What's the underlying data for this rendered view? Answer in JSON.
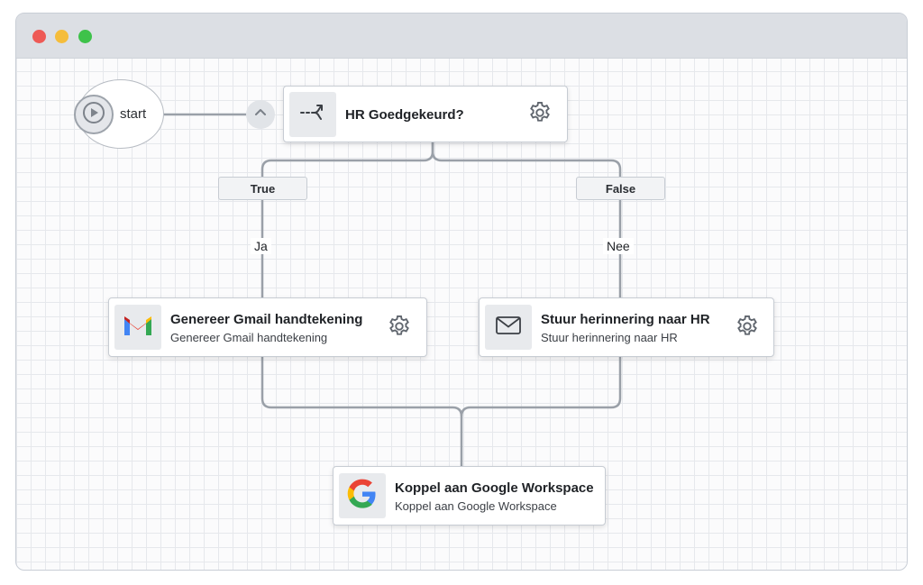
{
  "window": {
    "controls": [
      "close",
      "minimize",
      "maximize"
    ]
  },
  "start": {
    "label": "start",
    "icon": "play-icon",
    "collapse_icon": "chevron-up-icon"
  },
  "decision": {
    "title": "HR Goedgekeurd?",
    "icon": "branch-icon"
  },
  "branches": {
    "true_label": "True",
    "false_label": "False",
    "true_edge": "Ja",
    "false_edge": "Nee"
  },
  "nodes": {
    "gmail": {
      "title": "Genereer Gmail handtekening",
      "subtitle": "Genereer Gmail handtekening",
      "icon": "gmail-icon"
    },
    "reminder": {
      "title": "Stuur herinnering naar HR",
      "subtitle": "Stuur herinnering naar HR",
      "icon": "mail-icon"
    },
    "google": {
      "title": "Koppel aan Google Workspace",
      "subtitle": "Koppel aan Google Workspace",
      "icon": "google-icon"
    }
  },
  "colors": {
    "connector": "#9aa0a8",
    "gmail_red": "#ea4335",
    "google_blue": "#4285f4",
    "google_green": "#34a853",
    "google_yellow": "#fbbc05"
  }
}
